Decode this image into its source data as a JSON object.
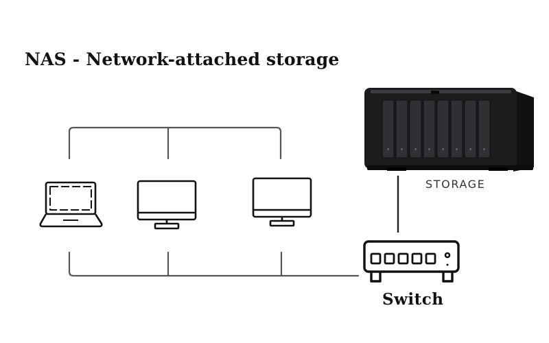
{
  "title": "NAS - Network-attached storage",
  "nodes": {
    "storage": {
      "label": "STORAGE",
      "icon": "nas-enclosure-icon"
    },
    "switch": {
      "label": "Switch",
      "icon": "network-switch-icon"
    },
    "clients": [
      {
        "icon": "laptop-icon"
      },
      {
        "icon": "desktop-monitor-icon"
      },
      {
        "icon": "desktop-monitor-icon"
      }
    ]
  },
  "colors": {
    "line": "#555555",
    "icon": "#111111",
    "nas_body": "#1b1c1e",
    "nas_drive": "#2e3033"
  }
}
